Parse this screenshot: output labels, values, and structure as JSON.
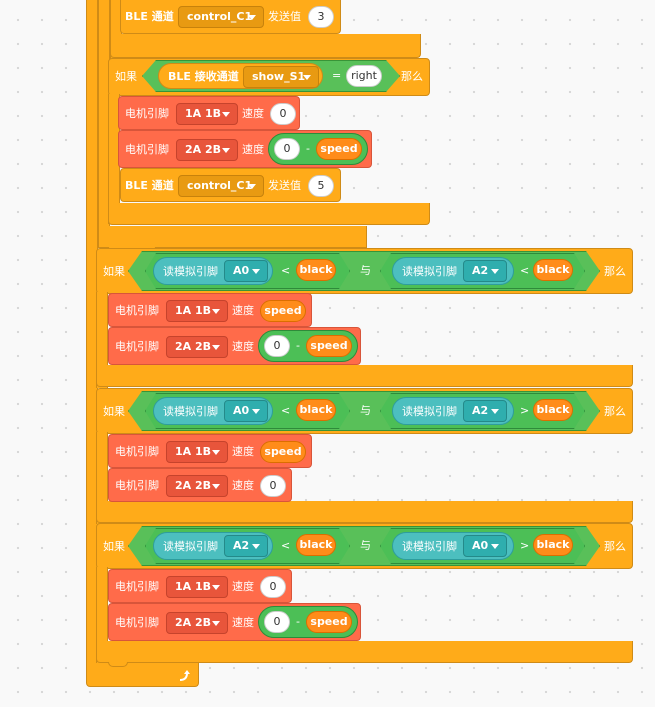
{
  "labels": {
    "if": "如果",
    "then": "那么",
    "and": "与",
    "motor_pin": "电机引脚",
    "speed": "速度",
    "ble_channel": "BLE 通道",
    "send_value": "发送值",
    "ble_receive": "BLE 接收通道",
    "read_analog": "读模拟引脚",
    "eq": "=",
    "lt": "<",
    "gt": ">",
    "minus": "-"
  },
  "blocks": {
    "ble_send_top": {
      "channel": "control_C1",
      "value": "3"
    },
    "if_ble": {
      "channel": "show_S1",
      "value": "right"
    },
    "motor1": {
      "pin": "1A 1B",
      "speed": "0"
    },
    "motor2": {
      "pin": "2A 2B",
      "a": "0",
      "var": "speed"
    },
    "ble_send_mid": {
      "channel": "control_C1",
      "value": "5"
    },
    "if1": {
      "pin_a": "A0",
      "op_a": "<",
      "var_a": "black",
      "pin_b": "A2",
      "op_b": "<",
      "var_b": "black"
    },
    "if1_m1": {
      "pin": "1A 1B",
      "var": "speed"
    },
    "if1_m2": {
      "pin": "2A 2B",
      "a": "0",
      "var": "speed"
    },
    "if2": {
      "pin_a": "A0",
      "op_a": "<",
      "var_a": "black",
      "pin_b": "A2",
      "op_b": ">",
      "var_b": "black"
    },
    "if2_m1": {
      "pin": "1A 1B",
      "var": "speed"
    },
    "if2_m2": {
      "pin": "2A 2B",
      "speed": "0"
    },
    "if3": {
      "pin_a": "A2",
      "op_a": "<",
      "var_a": "black",
      "pin_b": "A0",
      "op_b": ">",
      "var_b": "black"
    },
    "if3_m1": {
      "pin": "1A 1B",
      "speed": "0"
    },
    "if3_m2": {
      "pin": "2A 2B",
      "a": "0",
      "var": "speed"
    }
  },
  "icons": {
    "loop_arrow": "loop-arrow-icon",
    "dropdown": "chevron-down-icon"
  },
  "colors": {
    "control": "#ffab19",
    "motor": "#ff6b4a",
    "operator": "#59c059",
    "sensor": "#4cbfbf",
    "variable": "#ff8c1a"
  }
}
